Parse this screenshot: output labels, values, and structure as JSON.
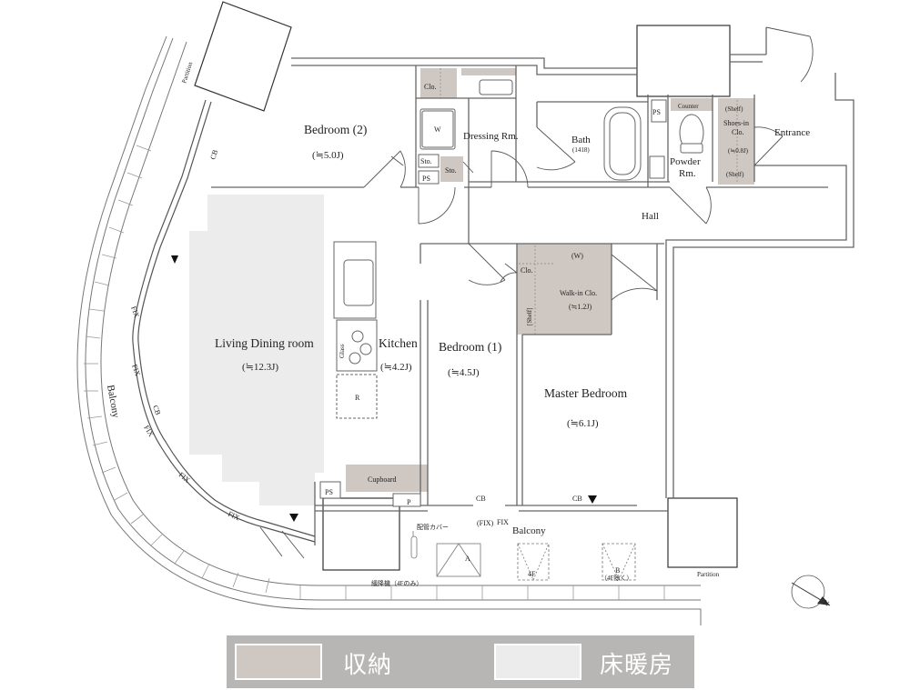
{
  "colors": {
    "storage": "#cfc7c2",
    "floor_heating": "#ececec",
    "wall": "#666666",
    "legend_bg": "#b8b6b5"
  },
  "rooms": {
    "bedroom2": {
      "name": "Bedroom (2)",
      "size": "(≒5.0J)"
    },
    "living": {
      "name": "Living Dining room",
      "size": "(≒12.3J)"
    },
    "kitchen": {
      "name": "Kitchen",
      "size": "(≒4.2J)"
    },
    "bedroom1": {
      "name": "Bedroom (1)",
      "size": "(≒4.5J)"
    },
    "master": {
      "name": "Master Bedroom",
      "size": "(≒6.1J)"
    },
    "dressing": {
      "name": "Dressing Rm."
    },
    "bath": {
      "name": "Bath",
      "size": "(1418)"
    },
    "powder": {
      "name": "Powder",
      "name2": "Rm."
    },
    "entrance": {
      "name": "Entrance"
    },
    "hall": {
      "name": "Hall"
    },
    "walkin": {
      "name": "Walk-in Clo.",
      "size": "(≒1.2J)"
    },
    "shoes": {
      "name": "Shoes-in",
      "name2": "Clo.",
      "size": "(≒0.8J)"
    }
  },
  "labels": {
    "clo": "Clo.",
    "w": "W",
    "w_paren": "(W)",
    "sto": "Sto.",
    "ps": "PS",
    "counter": "Counter",
    "shelf_paren": "(Shelf)",
    "shelf_bracket": "[Shelf]",
    "glass": "Glass",
    "r": "R",
    "p": "P",
    "cupboard": "Cupboard",
    "cb": "CB",
    "fix": "FIX",
    "fix_paren": "(FIX)",
    "balcony": "Balcony",
    "partition": "Partition",
    "pipe_cover": "配管カバー",
    "descender": "緩降機（4Fのみ）",
    "a": "A",
    "b": "B",
    "floor_4f": "4F",
    "except_4f": "（4F除く）",
    "north": "N"
  },
  "legend": {
    "storage": "収納",
    "floor_heating": "床暖房"
  }
}
